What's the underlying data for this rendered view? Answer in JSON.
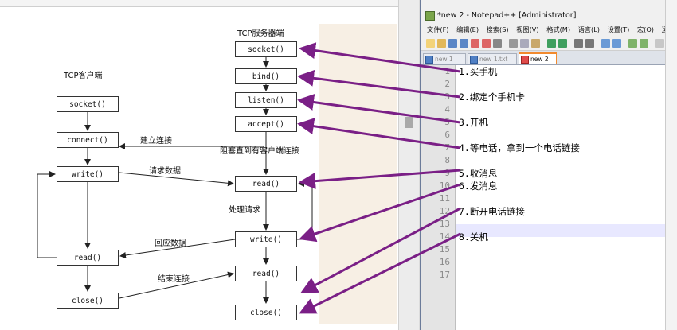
{
  "notepad": {
    "title": "*new 2 - Notepad++ [Administrator]",
    "menu": [
      "文件(F)",
      "编辑(E)",
      "搜索(S)",
      "视图(V)",
      "格式(M)",
      "语言(L)",
      "设置(T)",
      "宏(O)",
      "运行"
    ],
    "tabs": [
      {
        "label": "new 1",
        "active": false
      },
      {
        "label": "new 1.txt",
        "active": false
      },
      {
        "label": "new 2",
        "active": true
      }
    ],
    "line_numbers": [
      "1",
      "2",
      "3",
      "4",
      "5",
      "6",
      "7",
      "8",
      "9",
      "10",
      "11",
      "12",
      "13",
      "14",
      "15",
      "16",
      "17"
    ],
    "current_line": "14",
    "lines": {
      "l1": "1.买手机",
      "l3": "2.绑定个手机卡",
      "l5": "3.开机",
      "l7": "4.等电话，拿到一个电话链接",
      "l9": "5.收消息",
      "l10": "6.发消息",
      "l12": "7.断开电话链接",
      "l14": "8.关机"
    }
  },
  "flowchart": {
    "client_title": "TCP客户端",
    "server_title": "TCP服务器端",
    "client": {
      "socket": "socket()",
      "connect": "connect()",
      "write": "write()",
      "read": "read()",
      "close": "close()"
    },
    "server": {
      "socket": "socket()",
      "bind": "bind()",
      "listen": "listen()",
      "accept": "accept()",
      "read": "read()",
      "write": "write()",
      "read2": "read()",
      "close": "close()"
    },
    "labels": {
      "establish": "建立连接",
      "block": "阻塞直到有客户端连接",
      "request": "请求数据",
      "process": "处理请求",
      "reply": "回应数据",
      "end": "结束连接"
    }
  },
  "colors": {
    "annotation_arrow": "#7a1f86",
    "current_line": "#e8e8ff",
    "active_tab_accent": "#f28a2e"
  }
}
